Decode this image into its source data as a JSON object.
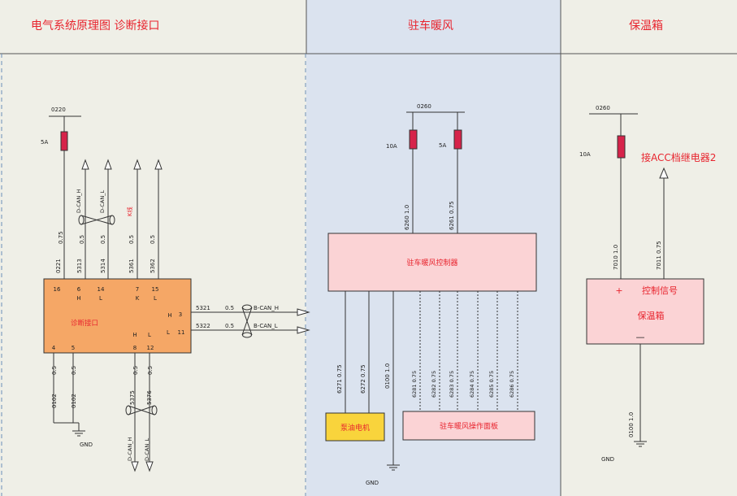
{
  "headers": {
    "left": "电气系统原理图 诊断接口",
    "middle": "驻车暖风",
    "right": "保温箱"
  },
  "colors": {
    "background": "#efefe7",
    "middle_panel": "#dbe3ef",
    "fuse": "#d6234a",
    "connector_box": "#f5a766",
    "controller_box": "#fbd3d5",
    "pump_box": "#f9d43c",
    "title_text": "#e8242e"
  },
  "left": {
    "supply": "0220",
    "fuse_rating": "5A",
    "supply_wire": "0.75",
    "connector_label": "诊断接口",
    "k_line_label": "K线",
    "top_wires": [
      {
        "id": "0221",
        "size": ""
      },
      {
        "id": "5313",
        "size": "0.5"
      },
      {
        "id": "5314",
        "size": "0.5"
      },
      {
        "id": "5361",
        "size": "0.5"
      },
      {
        "id": "5362",
        "size": "0.5"
      }
    ],
    "top_can_labels": [
      "D-CAN_H",
      "D-CAN_L"
    ],
    "pins_top": [
      {
        "num": "16",
        "sig": ""
      },
      {
        "num": "6",
        "sig": "H"
      },
      {
        "num": "14",
        "sig": "L"
      },
      {
        "num": "7",
        "sig": "K"
      },
      {
        "num": "15",
        "sig": "L"
      }
    ],
    "pins_right": [
      {
        "num": "3",
        "sig": "H",
        "wire": "5321",
        "size": "0.5",
        "bus": "B-CAN_H"
      },
      {
        "num": "11",
        "sig": "L",
        "wire": "5322",
        "size": "0.5",
        "bus": "B-CAN_L"
      }
    ],
    "pins_bottom": [
      {
        "num": "4",
        "sig": ""
      },
      {
        "num": "5",
        "sig": ""
      },
      {
        "num": "8",
        "sig": "H"
      },
      {
        "num": "12",
        "sig": "L"
      }
    ],
    "bottom_wires": [
      {
        "id": "0102",
        "size": "0.5"
      },
      {
        "id": "0102",
        "size": "0.5"
      },
      {
        "id": "5375",
        "size": "0.5"
      },
      {
        "id": "5376",
        "size": "0.5"
      }
    ],
    "bottom_can_labels": [
      "D-CAN_H",
      "D-CAN_L"
    ],
    "ground": "GND"
  },
  "middle": {
    "supply": "0260",
    "fuses": [
      {
        "rating": "10A",
        "wire": "6260 1.0"
      },
      {
        "rating": "5A",
        "wire": "6261 0.75"
      }
    ],
    "controller_label": "驻车暖风控制器",
    "pump_label": "泵油电机",
    "panel_label": "驻车暖风操作面板",
    "pump_wires": [
      "6271 0.75",
      "6272 0.75"
    ],
    "ground_wire": "0100 1.0",
    "panel_wires": [
      "6281 0.75",
      "6282 0.75",
      "6283 0.75",
      "6284 0.75",
      "6285 0.75",
      "6286 0.75"
    ],
    "ground": "GND"
  },
  "right": {
    "supply": "0260",
    "fuse_rating": "10A",
    "acc_label": "接ACC档继电器2",
    "wires": [
      "7010 1.0",
      "7011 0.75"
    ],
    "plus": "+",
    "minus": "—",
    "signal_label": "控制信号",
    "box_label": "保温箱",
    "ground_wire": "0100 1.0",
    "ground": "GND"
  }
}
